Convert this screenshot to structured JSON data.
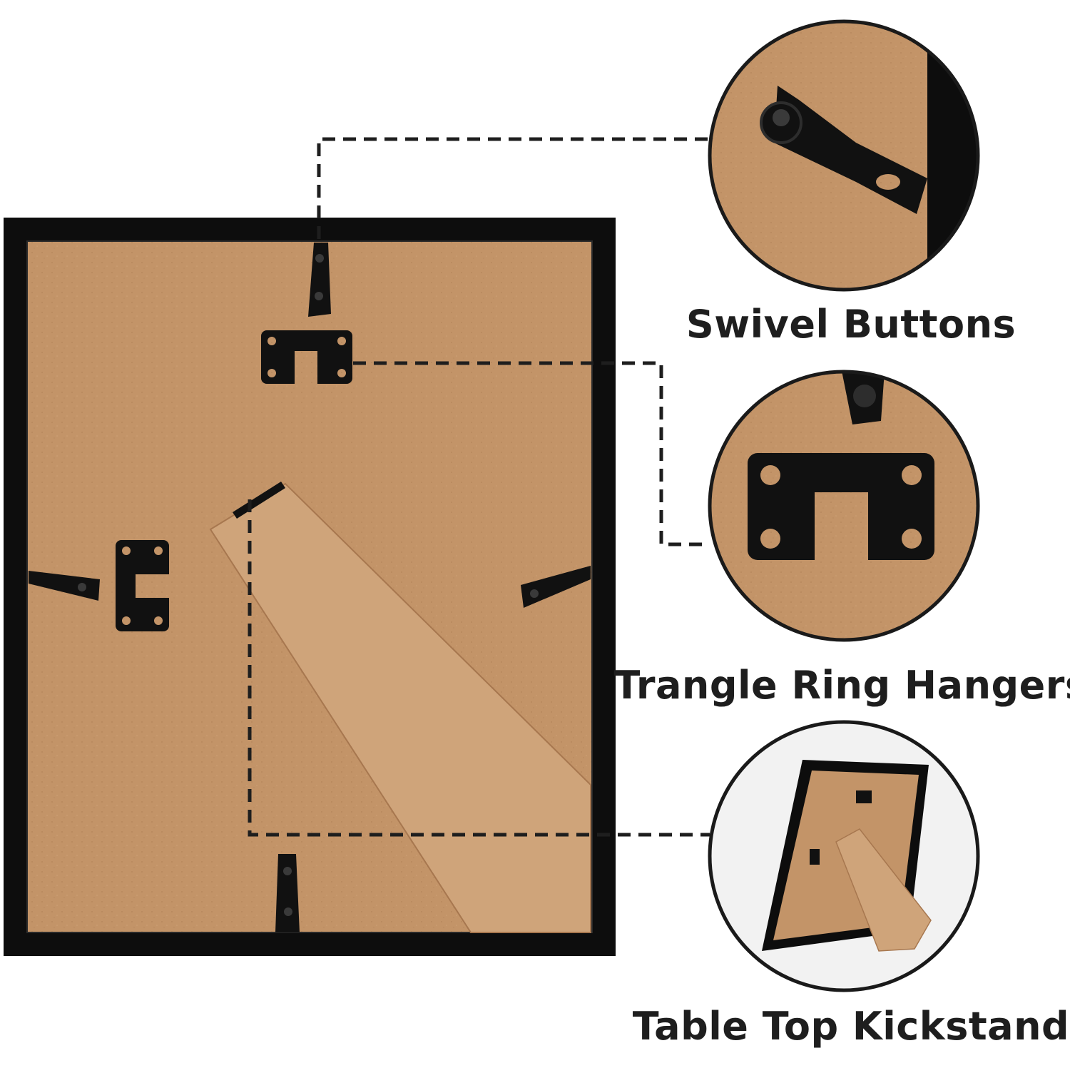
{
  "callouts": {
    "swivel_buttons": "Swivel Buttons",
    "ring_hangers": "Trangle Ring Hangers",
    "kickstand": "Table Top Kickstand"
  },
  "colors": {
    "frame": "#0d0d0d",
    "backboard": "#c39468",
    "kickstand": "#cfa47a",
    "hardware": "#111111",
    "leader_line": "#1e1e1e"
  }
}
